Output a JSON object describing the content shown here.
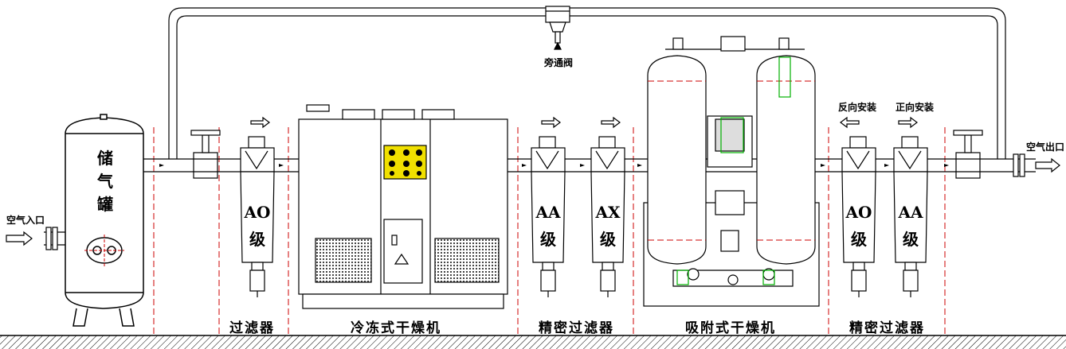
{
  "labels": {
    "air_inlet": "空气入口",
    "air_outlet": "空气出口",
    "bypass_valve": "旁通阀",
    "tank": [
      "储",
      "气",
      "罐"
    ],
    "reverse_install": "反向安装",
    "forward_install": "正向安装"
  },
  "sections": {
    "filter": "过滤器",
    "refrigerated_dryer": "冷冻式干燥机",
    "precision_filters_1": "精密过滤器",
    "adsorption_dryer": "吸附式干燥机",
    "precision_filters_2": "精密过滤器"
  },
  "filters": [
    {
      "grade": "AO",
      "suffix": "级"
    },
    {
      "grade": "AA",
      "suffix": "级"
    },
    {
      "grade": "AX",
      "suffix": "级"
    },
    {
      "grade": "AO",
      "suffix": "级"
    },
    {
      "grade": "AA",
      "suffix": "级"
    }
  ],
  "colors": {
    "line": "#000000",
    "dash": "#cc0000",
    "green": "#00b000",
    "panel": "#f0e000"
  }
}
